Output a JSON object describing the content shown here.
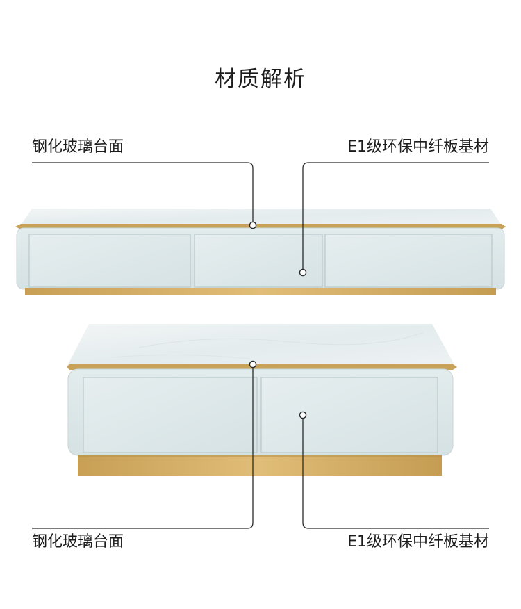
{
  "page": {
    "title": "材质解析"
  },
  "callouts": {
    "top_left": "钢化玻璃台面",
    "top_right": "E1级环保中纤板基材",
    "bottom_left": "钢化玻璃台面",
    "bottom_right": "E1级环保中纤板基材"
  },
  "colors": {
    "cabinet_body": "#dde8ea",
    "cabinet_top": "#e9eff0",
    "gold_trim": "#c9a25a",
    "gold_base": "#d3ac63",
    "leader_line": "#2a2a2a"
  }
}
